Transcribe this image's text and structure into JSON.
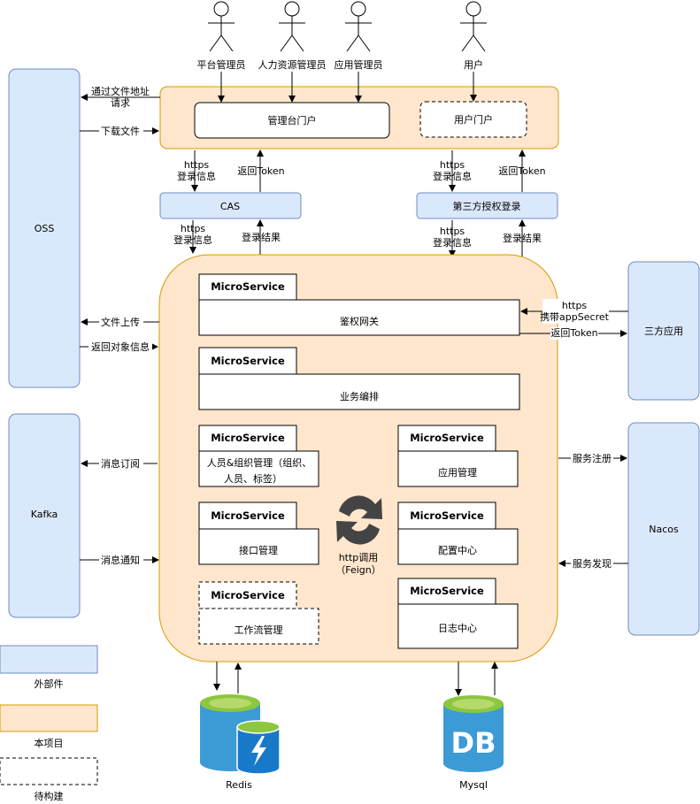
{
  "colors": {
    "external_fill": "#dae8fc",
    "external_stroke": "#6c8ebf",
    "project_fill": "#ffe6cc",
    "project_stroke": "#d79b00",
    "line": "#000000"
  },
  "actors": {
    "platform_admin": "平台管理员",
    "hr_admin": "人力资源管理员",
    "app_admin": "应用管理员",
    "user": "用户"
  },
  "portals": {
    "admin_portal": "管理台门户",
    "user_portal": "用户门户"
  },
  "external": {
    "oss": "OSS",
    "kafka": "Kafka",
    "third_party_app": "三方应用",
    "nacos": "Nacos",
    "cas": "CAS",
    "third_party_login": "第三方授权登录"
  },
  "services": {
    "tag": "MicroService",
    "gateway": "鉴权网关",
    "orchestration": "业务编排",
    "org_mgmt_line1": "人员&组织管理（组织、",
    "org_mgmt_line2": "人员、标签）",
    "app_mgmt": "应用管理",
    "api_mgmt": "接口管理",
    "config_center": "配置中心",
    "workflow_mgmt": "工作流管理",
    "log_center": "日志中心"
  },
  "center_label": {
    "line1": "http调用",
    "line2": "（Feign）"
  },
  "edges": {
    "oss_file_request_1": "通过文件地址",
    "oss_file_request_2": "请求",
    "oss_download": "下载文件",
    "oss_upload": "文件上传",
    "oss_return": "返回对象信息",
    "kafka_subscribe": "消息订阅",
    "kafka_notify": "消息通知",
    "https": "https",
    "login_info": "登录信息",
    "return_token": "返回Token",
    "login_result": "登录结果",
    "carry_secret": "携带appSecret",
    "service_register": "服务注册",
    "service_discovery": "服务发现"
  },
  "databases": {
    "redis": "Redis",
    "mysql": "Mysql",
    "db_icon_text": "DB"
  },
  "legend": {
    "external_part": "外部件",
    "this_project": "本项目",
    "to_be_built": "待构建"
  }
}
